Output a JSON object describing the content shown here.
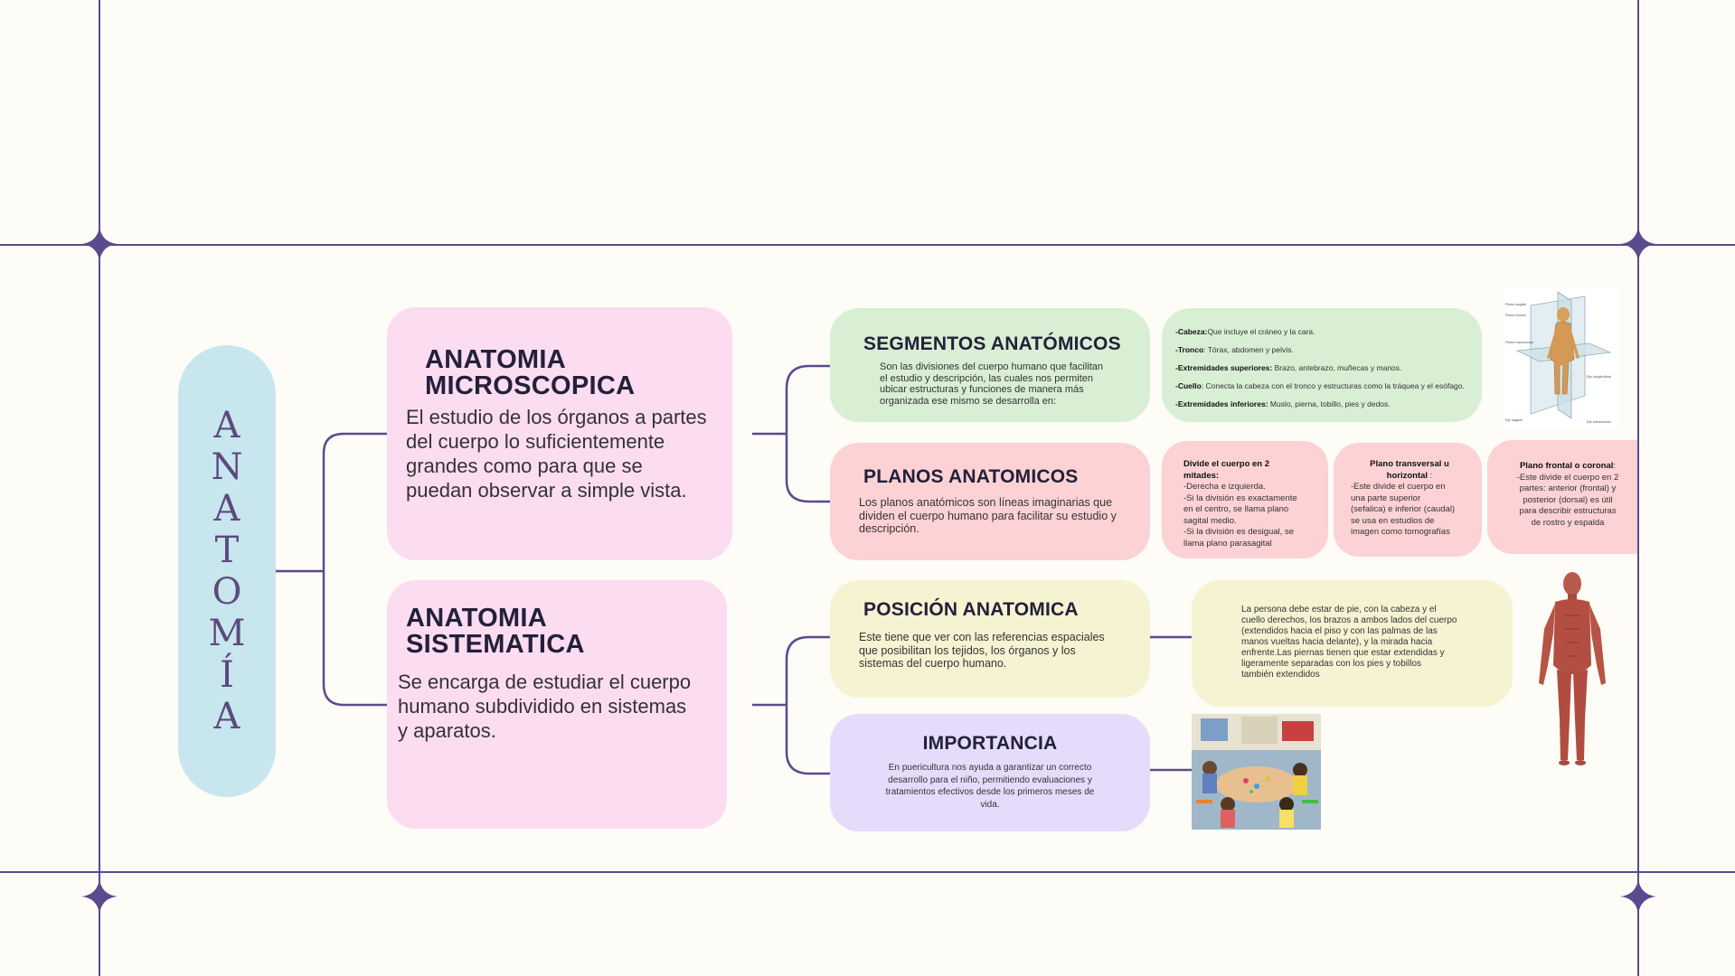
{
  "root": {
    "letters": [
      "A",
      "N",
      "A",
      "T",
      "O",
      "M",
      "Í",
      "A"
    ]
  },
  "microscopica": {
    "title_line1": "ANATOMIA",
    "title_line2": "MICROSCOPICA",
    "desc_lines": [
      "El estudio de los órganos a partes",
      "del cuerpo lo suficientemente",
      "grandes como para que se",
      "puedan observar a simple vista."
    ]
  },
  "sistematica": {
    "title_line1": "ANATOMIA",
    "title_line2": "SISTEMATICA",
    "desc_lines": [
      "Se encarga de estudiar el cuerpo",
      "humano subdividido en sistemas",
      "y aparatos."
    ]
  },
  "segmentos": {
    "title": "SEGMENTOS ANATÓMICOS",
    "desc_lines": [
      "Son las divisiones del cuerpo humano que facilitan",
      "el estudio y descripción, las cuales nos permiten",
      "ubicar estructuras y funciones de manera más",
      "organizada ese mismo se desarrolla en:"
    ],
    "items": [
      {
        "term": "-Cabeza:",
        "text": "Que incluye el cráneo y la cara."
      },
      {
        "term": "-Tronco",
        "text": ": Tórax, abdomen y pelvis."
      },
      {
        "term": "-Extremidades superiores:",
        "text": " Brazo, antebrazo, muñecas y manos."
      },
      {
        "term": "-Cuello",
        "text": ": Conecta la cabeza con el tronco y estructuras como la tráquea y el esófago."
      },
      {
        "term": "-Extremidades inferiores:",
        "text": " Muslo, pierna, tobillo, pies y dedos."
      }
    ]
  },
  "planos": {
    "title": "PLANOS ANATOMICOS",
    "desc_lines": [
      "Los planos anatómicos son líneas imaginarias que",
      "dividen el cuerpo humano para facilitar su estudio y",
      "descripción."
    ],
    "sagital": {
      "title_lines": [
        "Divide el cuerpo en 2",
        "mitades:"
      ],
      "body_lines": [
        "-Derecha e izquierda.",
        "-Si la división es exactamente",
        "en el centro, se llama plano",
        "sagital medio.",
        "-Si la división es desigual, se",
        "llama plano parasagital"
      ]
    },
    "transversal": {
      "title_lines": [
        "Plano transversal u",
        "horizontal",
        " :"
      ],
      "body_lines": [
        "-Este divide el cuerpo en",
        "una parte superior",
        "(sefalica) e inferior (caudal)",
        "se usa en estudios de",
        "imagen como tomografías"
      ]
    },
    "frontal": {
      "title_lines": [
        "Plano frontal o coronal",
        ":"
      ],
      "body_lines": [
        "-Este divide el cuerpo en 2",
        "partes: anterior (frontal) y",
        "posterior (dorsal) es útil",
        "para describir estructuras",
        "de rostro y espalda"
      ]
    }
  },
  "posicion": {
    "title": "POSICIÓN ANATOMICA",
    "desc_lines": [
      "Este tiene que ver con las referencias espaciales",
      "que posibilitan los tejidos, los órganos y los",
      "sistemas del cuerpo humano."
    ],
    "detail_lines": [
      "La persona debe estar de pie, con la cabeza y el",
      "cuello derechos, los brazos a ambos lados del cuerpo",
      "(extendidos hacia el piso y con las palmas de las",
      "manos vueltas hacia delante), y la mirada hacia",
      "enfrente.Las piernas tienen que estar extendidas y",
      "ligeramente separadas con los pies y tobillos",
      "también extendidos"
    ]
  },
  "importancia": {
    "title": "IMPORTANCIA",
    "desc_lines": [
      "En puericultura nos ayuda a garantizar un correcto",
      "desarrollo para el niño, permitiendo evaluaciones y",
      "tratamientos efectivos desde los primeros meses de",
      "vida."
    ]
  },
  "diagram_labels": [
    "Plano sagital",
    "Plano frontal",
    "Plano transversal",
    "Eje longitudinal",
    "Eje sagital",
    "Eje transversal"
  ],
  "colors": {
    "line": "#5b4a8e",
    "pill": "#c8e6ee",
    "pink": "#fcdcf1",
    "green": "#d8efd3",
    "red": "#fcd2d4",
    "yellow": "#f6f3d3",
    "lavender": "#e5dbfb"
  }
}
